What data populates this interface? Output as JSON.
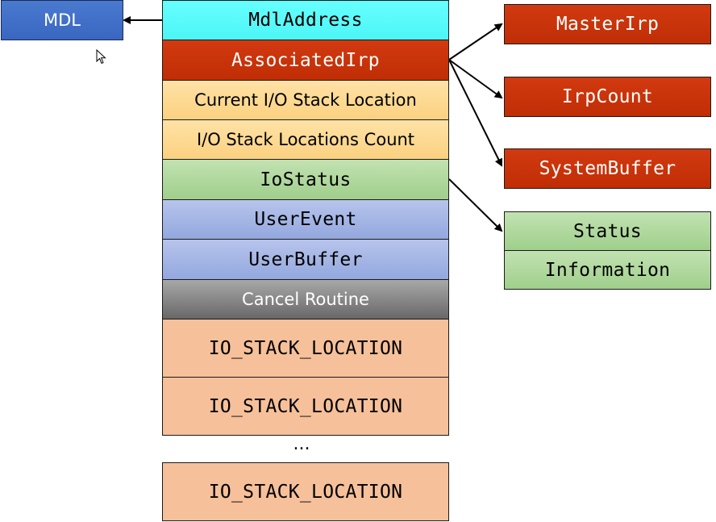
{
  "irp_fields": [
    {
      "label": "MdlAddress"
    },
    {
      "label": "AssociatedIrp"
    },
    {
      "label": "Current I/O Stack Location"
    },
    {
      "label": "I/O Stack Locations Count"
    },
    {
      "label": "IoStatus"
    },
    {
      "label": "UserEvent"
    },
    {
      "label": "UserBuffer"
    },
    {
      "label": "Cancel Routine"
    },
    {
      "label": "IO_STACK_LOCATION"
    },
    {
      "label": "IO_STACK_LOCATION"
    },
    {
      "label": "IO_STACK_LOCATION"
    }
  ],
  "ellipsis": "...",
  "mdl": {
    "label": "MDL"
  },
  "associated_irp_targets": [
    {
      "label": "MasterIrp"
    },
    {
      "label": "IrpCount"
    },
    {
      "label": "SystemBuffer"
    }
  ],
  "io_status_fields": [
    {
      "label": "Status"
    },
    {
      "label": "Information"
    }
  ],
  "colors": {
    "cyan": "#4df5f5",
    "red": "#c02d05",
    "orange": "#fbd180",
    "green": "#9fcf8b",
    "blue": "#93a8de",
    "gray": "#686868",
    "peach": "#f6c09a",
    "mdl_blue": "#3a66c0"
  }
}
